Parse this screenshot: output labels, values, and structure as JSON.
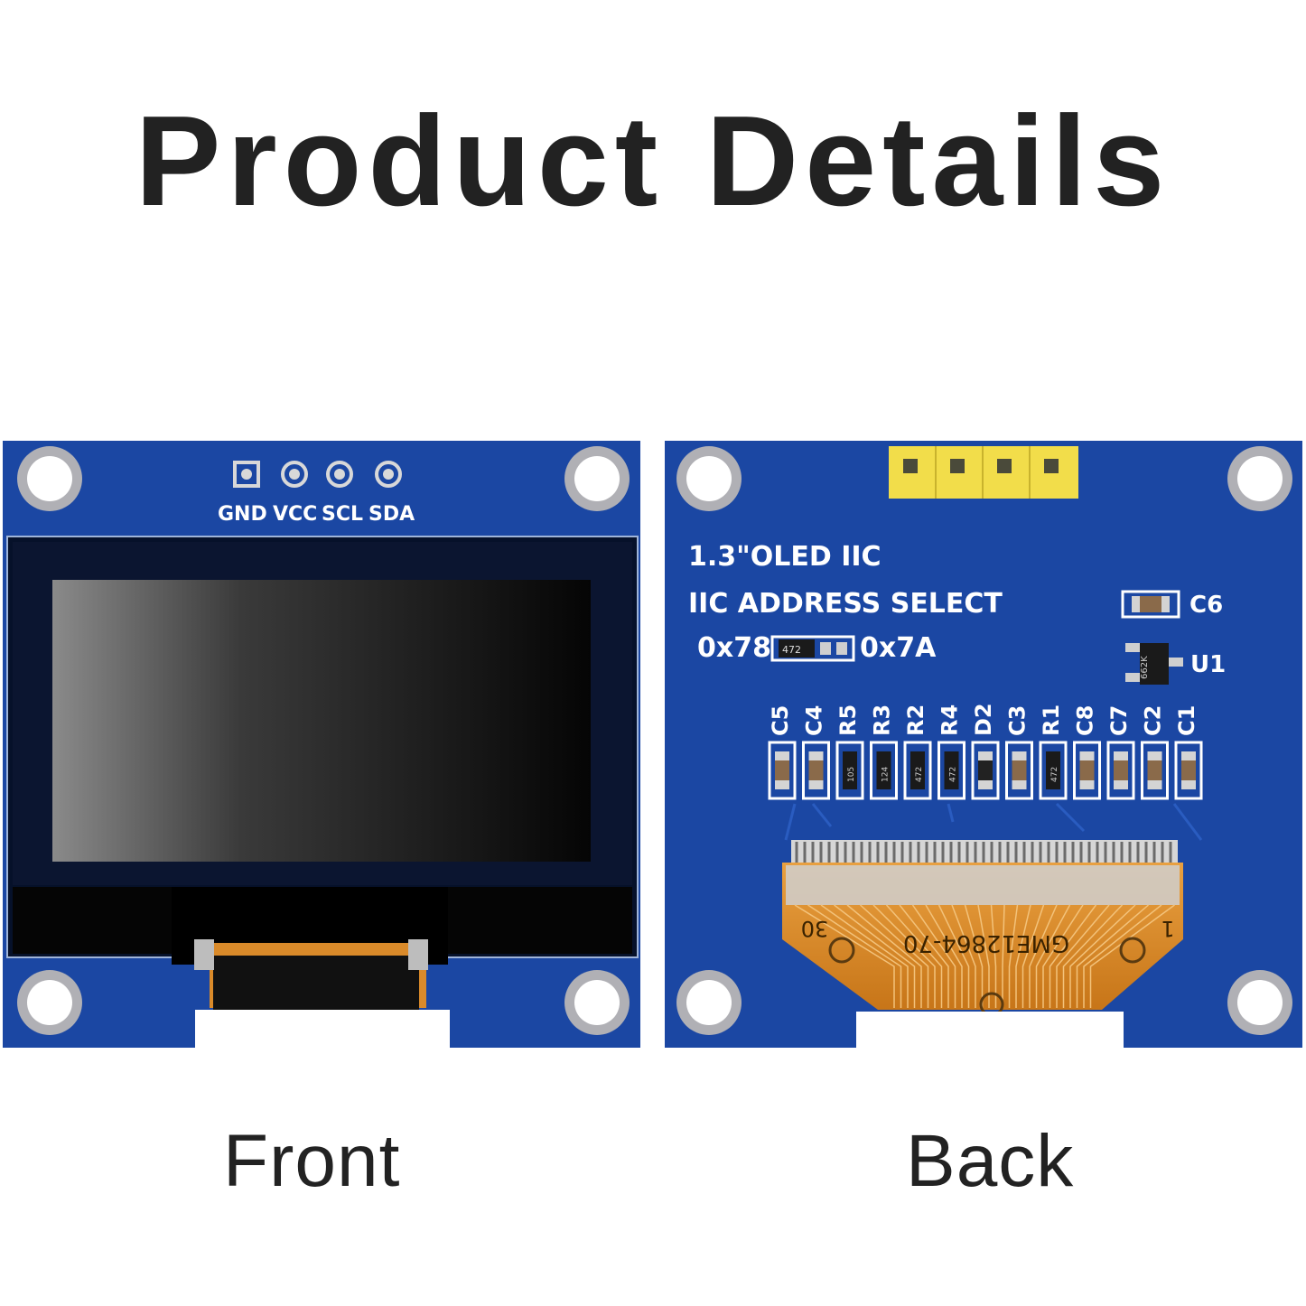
{
  "title": "Product Details",
  "captions": {
    "front": "Front",
    "back": "Back"
  },
  "front": {
    "pins": [
      "GND",
      "VCC",
      "SCL",
      "SDA"
    ]
  },
  "back": {
    "line1": "1.3\"OLED IIC",
    "line2": "IIC ADDRESS SELECT",
    "addr_left": "0x78",
    "addr_right": "0x7A",
    "resistor_code": "472",
    "c6": "C6",
    "u1": "U1",
    "u1_code": "662K",
    "components": [
      {
        "label": "C5",
        "code": ""
      },
      {
        "label": "C4",
        "code": ""
      },
      {
        "label": "R5",
        "code": "105"
      },
      {
        "label": "R3",
        "code": "124"
      },
      {
        "label": "R2",
        "code": "472"
      },
      {
        "label": "R4",
        "code": "472"
      },
      {
        "label": "D2",
        "code": ""
      },
      {
        "label": "C3",
        "code": ""
      },
      {
        "label": "R1",
        "code": "472"
      },
      {
        "label": "C8",
        "code": ""
      },
      {
        "label": "C7",
        "code": ""
      },
      {
        "label": "C2",
        "code": ""
      },
      {
        "label": "C1",
        "code": ""
      }
    ],
    "flex_label": "GME12864-70",
    "flex_pin_first": "1",
    "flex_pin_last": "30"
  },
  "colors": {
    "pcb_blue": "#1b47a3",
    "hole_gray": "#a8a8ad",
    "header_yellow": "#f2dd4a",
    "flex_orange": "#d98a2a",
    "text_dark": "#222222"
  }
}
